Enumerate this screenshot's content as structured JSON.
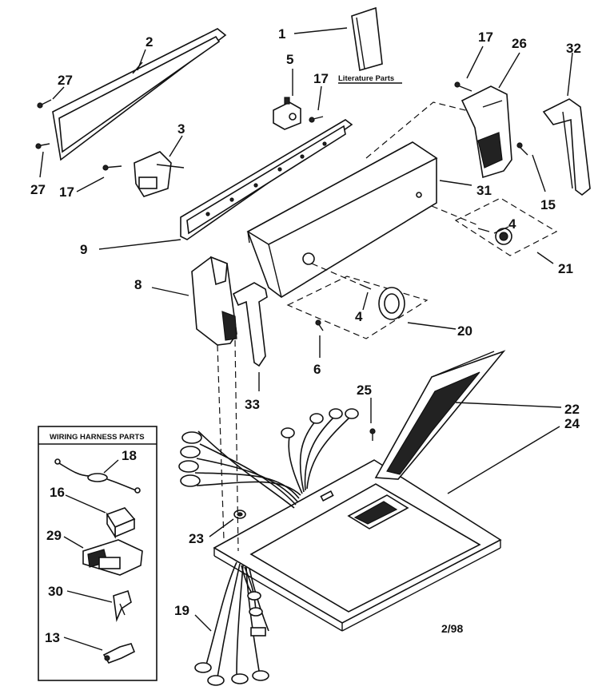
{
  "diagram": {
    "literature_label": "Literature Parts",
    "wiring_box_title": "WIRING HARNESS PARTS",
    "date_code": "2/98",
    "callouts": {
      "c1": "1",
      "c2": "2",
      "c27a": "27",
      "c27b": "27",
      "c5": "5",
      "c17a": "17",
      "c17b": "17",
      "c17c": "17",
      "c26": "26",
      "c32": "32",
      "c3": "3",
      "c31": "31",
      "c15": "15",
      "c4a": "4",
      "c4b": "4",
      "c21": "21",
      "c9": "9",
      "c8": "8",
      "c20": "20",
      "c6": "6",
      "c33": "33",
      "c25": "25",
      "c22": "22",
      "c24": "24",
      "c18": "18",
      "c16": "16",
      "c29": "29",
      "c23": "23",
      "c30": "30",
      "c19": "19",
      "c13": "13"
    }
  }
}
